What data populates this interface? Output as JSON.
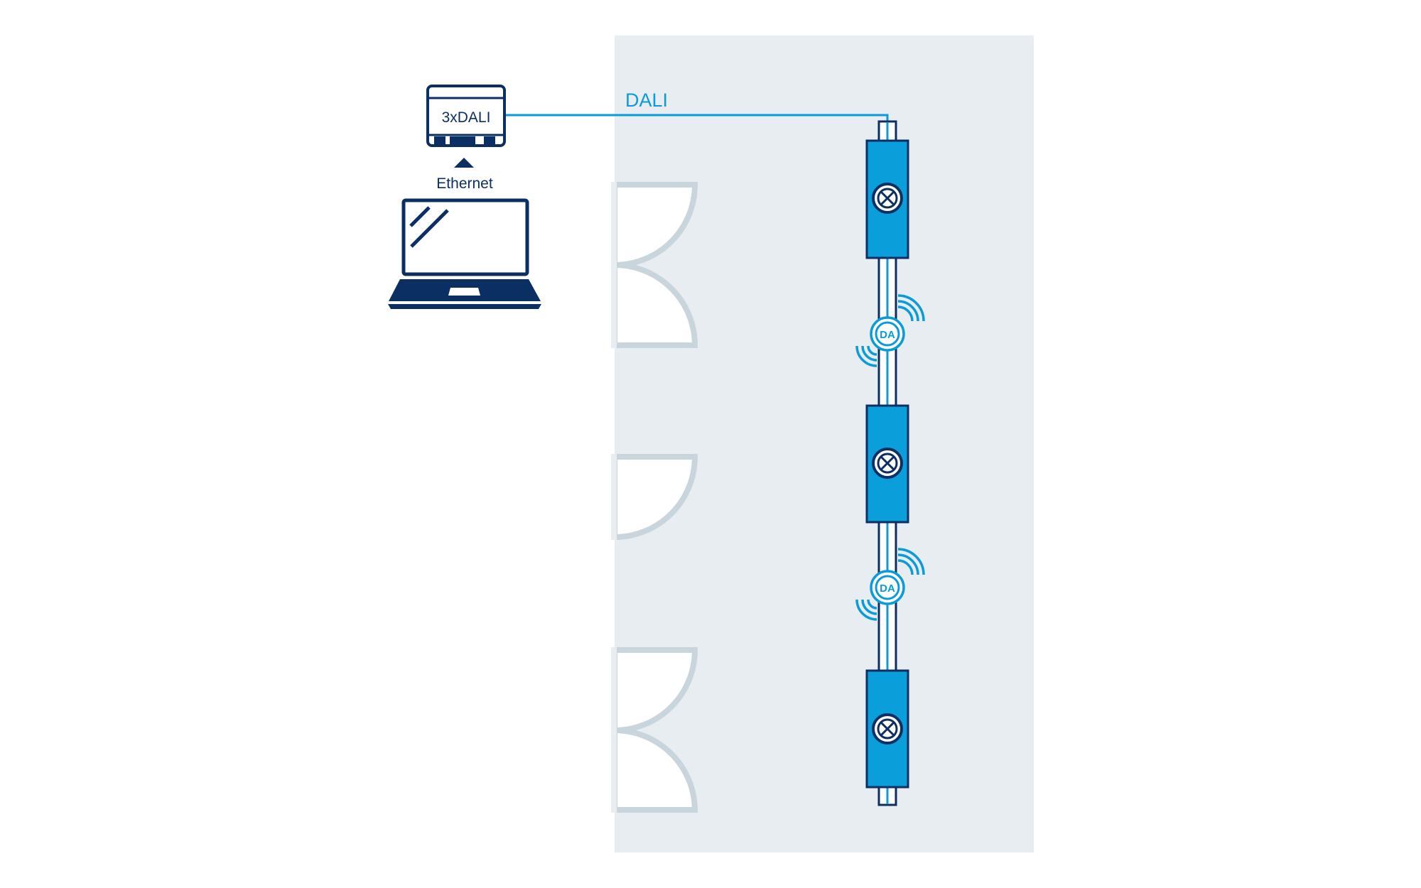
{
  "diagram": {
    "title": "DALI lighting control layout",
    "gateway": {
      "label": "3xDALI",
      "icon": "dali-gateway-icon"
    },
    "connection_laptop_gateway": {
      "label": "Ethernet",
      "icon": "arrow-up-icon"
    },
    "laptop": {
      "icon": "laptop-icon"
    },
    "bus": {
      "label": "DALI"
    },
    "luminaires": [
      {
        "icon": "luminaire-icon"
      },
      {
        "icon": "luminaire-icon"
      },
      {
        "icon": "luminaire-icon"
      }
    ],
    "sensors": [
      {
        "label": "DA",
        "icon": "wireless-sensor-icon"
      },
      {
        "label": "DA",
        "icon": "wireless-sensor-icon"
      }
    ],
    "room": {
      "icon": "corridor-floorplan",
      "doors": 5
    }
  },
  "colors": {
    "navy": "#0b2f63",
    "dali_blue": "#0a9bd8",
    "luminaire_fill": "#0a9fdb",
    "panel": "#e8edf1",
    "door_stroke": "#c9d5dd",
    "white": "#ffffff"
  }
}
